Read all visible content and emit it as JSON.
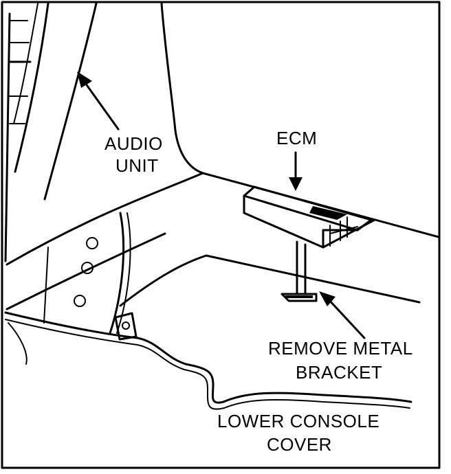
{
  "labels": {
    "audio_unit_line1": "AUDIO",
    "audio_unit_line2": "UNIT",
    "ecm": "ECM",
    "remove_bracket_line1": "REMOVE METAL",
    "remove_bracket_line2": "BRACKET",
    "console_cover_line1": "LOWER CONSOLE",
    "console_cover_line2": "COVER"
  },
  "colors": {
    "ink": "#000000",
    "paper": "#ffffff"
  }
}
